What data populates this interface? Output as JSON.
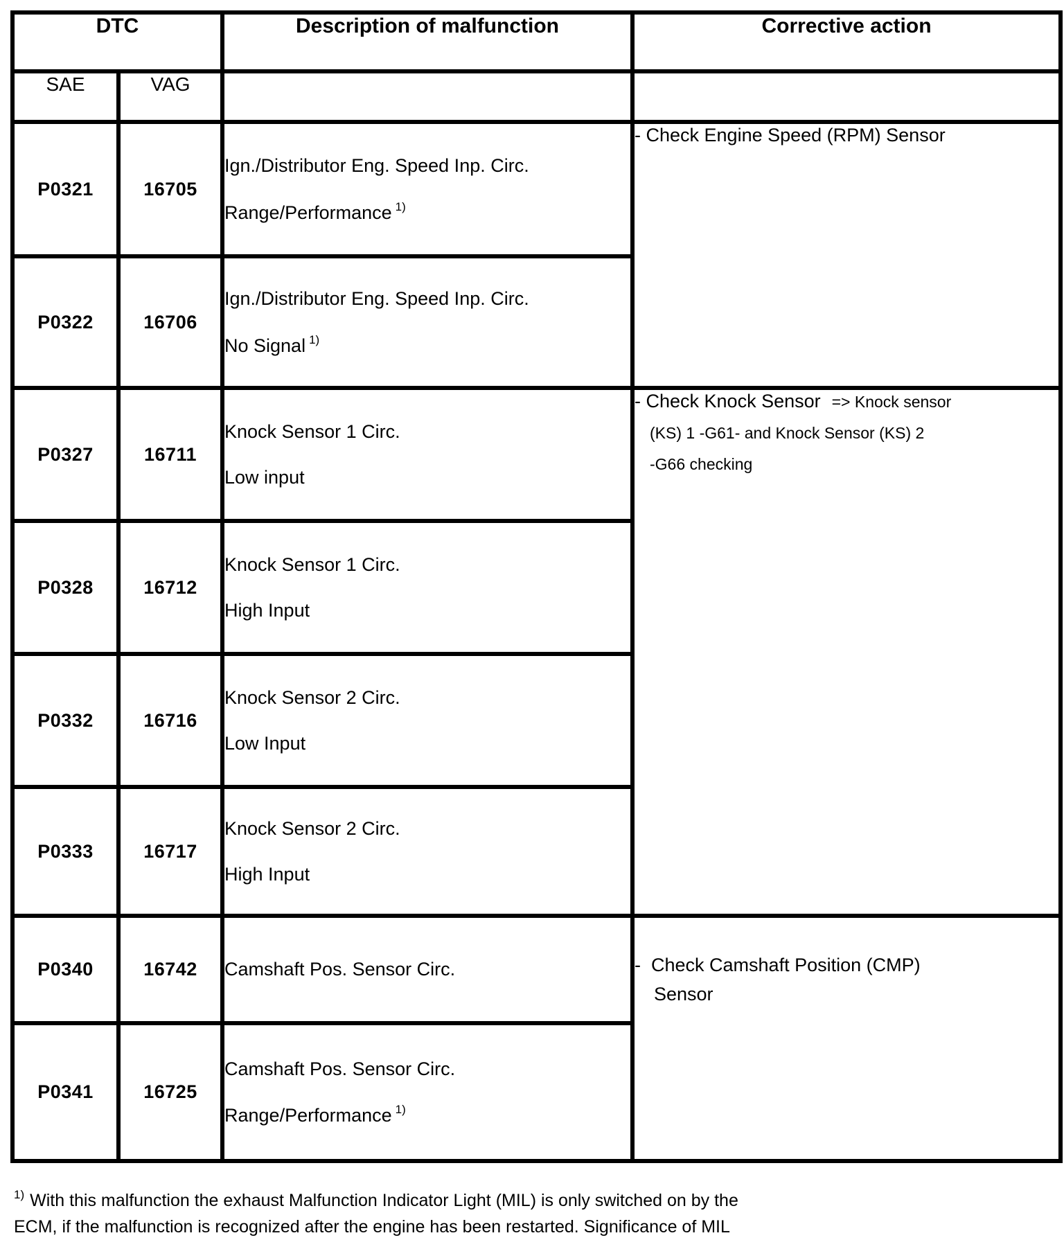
{
  "header": {
    "dtc": "DTC",
    "description": "Description of malfunction",
    "corrective": "Corrective action",
    "sae": "SAE",
    "vag": "VAG"
  },
  "rows": [
    {
      "sae": "P0321",
      "vag": "16705",
      "desc1": "Ign./Distributor Eng. Speed Inp. Circ.",
      "desc2": "Range/Performance",
      "desc2_sup": "1)"
    },
    {
      "sae": "P0322",
      "vag": "16706",
      "desc1": "Ign./Distributor Eng. Speed Inp. Circ.",
      "desc2": "No Signal",
      "desc2_sup": "1)"
    },
    {
      "sae": "P0327",
      "vag": "16711",
      "desc1": "Knock Sensor 1 Circ.",
      "desc2": "Low input"
    },
    {
      "sae": "P0328",
      "vag": "16712",
      "desc1": "Knock Sensor 1 Circ.",
      "desc2": "High Input"
    },
    {
      "sae": "P0332",
      "vag": "16716",
      "desc1": "Knock Sensor 2 Circ.",
      "desc2": "Low Input"
    },
    {
      "sae": "P0333",
      "vag": "16717",
      "desc1": "Knock Sensor 2 Circ.",
      "desc2": "High Input"
    },
    {
      "sae": "P0340",
      "vag": "16742",
      "desc1": "Camshaft Pos. Sensor Circ."
    },
    {
      "sae": "P0341",
      "vag": "16725",
      "desc1": "Camshaft Pos. Sensor Circ.",
      "desc2": "Range/Performance",
      "desc2_sup": "1)"
    }
  ],
  "corrective": {
    "rpm": {
      "text": "- Check Engine Speed (RPM) Sensor"
    },
    "knock": {
      "main": "- Check Knock Sensor",
      "ref_inline": "=> Knock sensor",
      "ref_line2": "(KS) 1 -G61- and Knock Sensor (KS) 2",
      "ref_line3": "-G66 checking"
    },
    "camshaft": {
      "line1": "-  Check Camshaft Position (CMP)",
      "line2": "Sensor"
    }
  },
  "footnote": {
    "sup": "1)",
    "line1": "With this malfunction the exhaust Malfunction Indicator Light (MIL) is only switched on by the",
    "line2": "ECM, if the malfunction is recognized after the engine has been restarted. Significance of MIL"
  },
  "colors": {
    "text": "#000000",
    "background": "#ffffff",
    "border": "#000000"
  }
}
